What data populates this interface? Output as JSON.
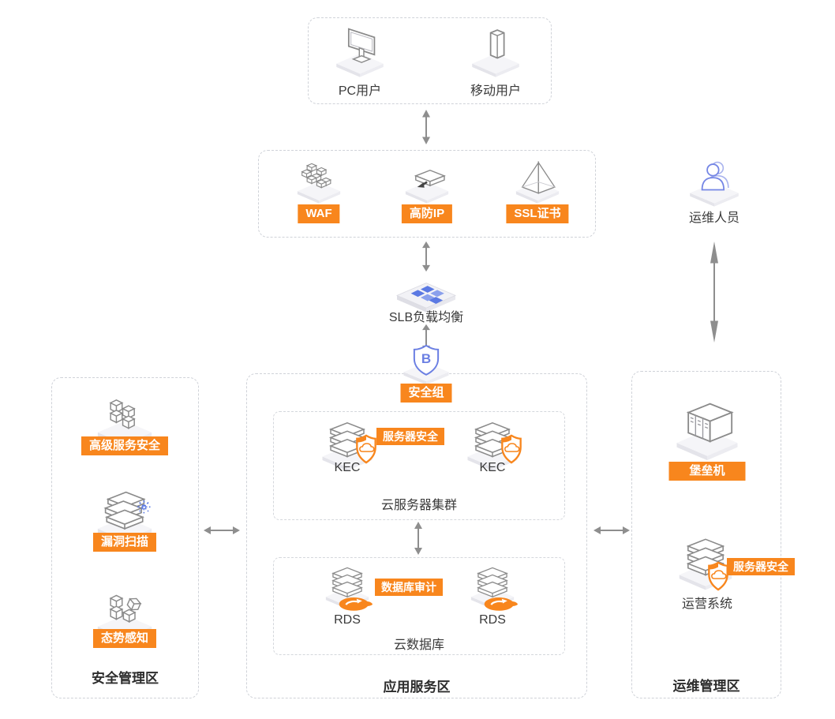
{
  "colors": {
    "accent_orange": "#F8861D",
    "icon_blue": "#6B7FE3",
    "arrow_gray": "#8E8E8E",
    "dashed_border": "#CFD2D8",
    "text_dark": "#3A3A3A"
  },
  "users_box": {
    "pc_label": "PC用户",
    "mobile_label": "移动用户"
  },
  "edge_box": {
    "waf_label": "WAF",
    "anti_ddos_label": "高防IP",
    "ssl_label": "SSL证书"
  },
  "ops_person_label": "运维人员",
  "slb_label": "SLB负载均衡",
  "security_group_label": "安全组",
  "security_group_icon_letter": "B",
  "security_zone": {
    "advanced_security_label": "高级服务安全",
    "vuln_scan_label": "漏洞扫描",
    "situational_awareness_label": "态势感知",
    "title": "安全管理区"
  },
  "app_zone": {
    "title": "应用服务区",
    "server_cluster": {
      "title": "云服务器集群",
      "badge_label": "服务器安全",
      "node1_label": "KEC",
      "node2_label": "KEC"
    },
    "db_cluster": {
      "title": "云数据库",
      "badge_label": "数据库审计",
      "node1_label": "RDS",
      "node2_label": "RDS"
    }
  },
  "ops_zone": {
    "title": "运维管理区",
    "bastion_label": "堡垒机",
    "ops_system_label": "运营系统",
    "server_security_badge_label": "服务器安全"
  }
}
